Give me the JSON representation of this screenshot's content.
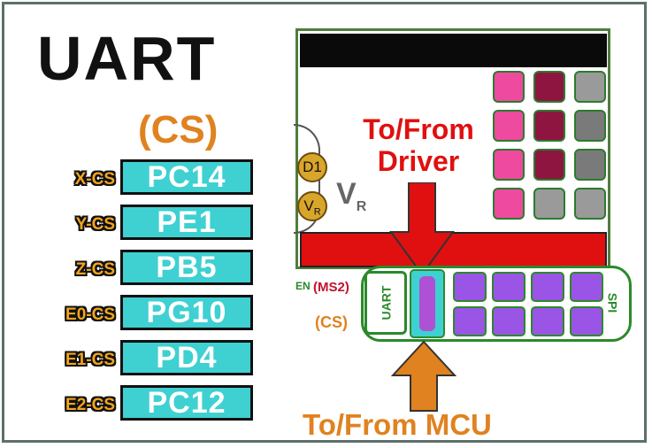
{
  "title": "UART",
  "cs_header": "(CS)",
  "rows": [
    {
      "label": "X-CS",
      "pin": "PC14"
    },
    {
      "label": "Y-CS",
      "pin": "PE1"
    },
    {
      "label": "Z-CS",
      "pin": "PB5"
    },
    {
      "label": "E0-CS",
      "pin": "PG10"
    },
    {
      "label": "E1-CS",
      "pin": "PD4"
    },
    {
      "label": "E2-CS",
      "pin": "PC12"
    }
  ],
  "board": {
    "driver_label_1": "To/From",
    "driver_label_2": "Driver",
    "d1": "D1",
    "vr_small": "V",
    "vr_small_sub": "R",
    "vr_big": "V",
    "vr_big_sub": "R",
    "en_label": "EN",
    "ms2_label": "(MS2)",
    "cs_label": "(CS)",
    "uart_label": "UART",
    "spi_label": "SPI",
    "mcu_label": "To/From MCU"
  },
  "colors": {
    "pin_box": "#3fd0d2",
    "cs_orange": "#e0821f",
    "arrow_red": "#e01010",
    "pin_purple": "#9a55e6",
    "pink": "#ee4aa0",
    "maroon": "#8e1540",
    "gray": "#9a9a9a"
  }
}
